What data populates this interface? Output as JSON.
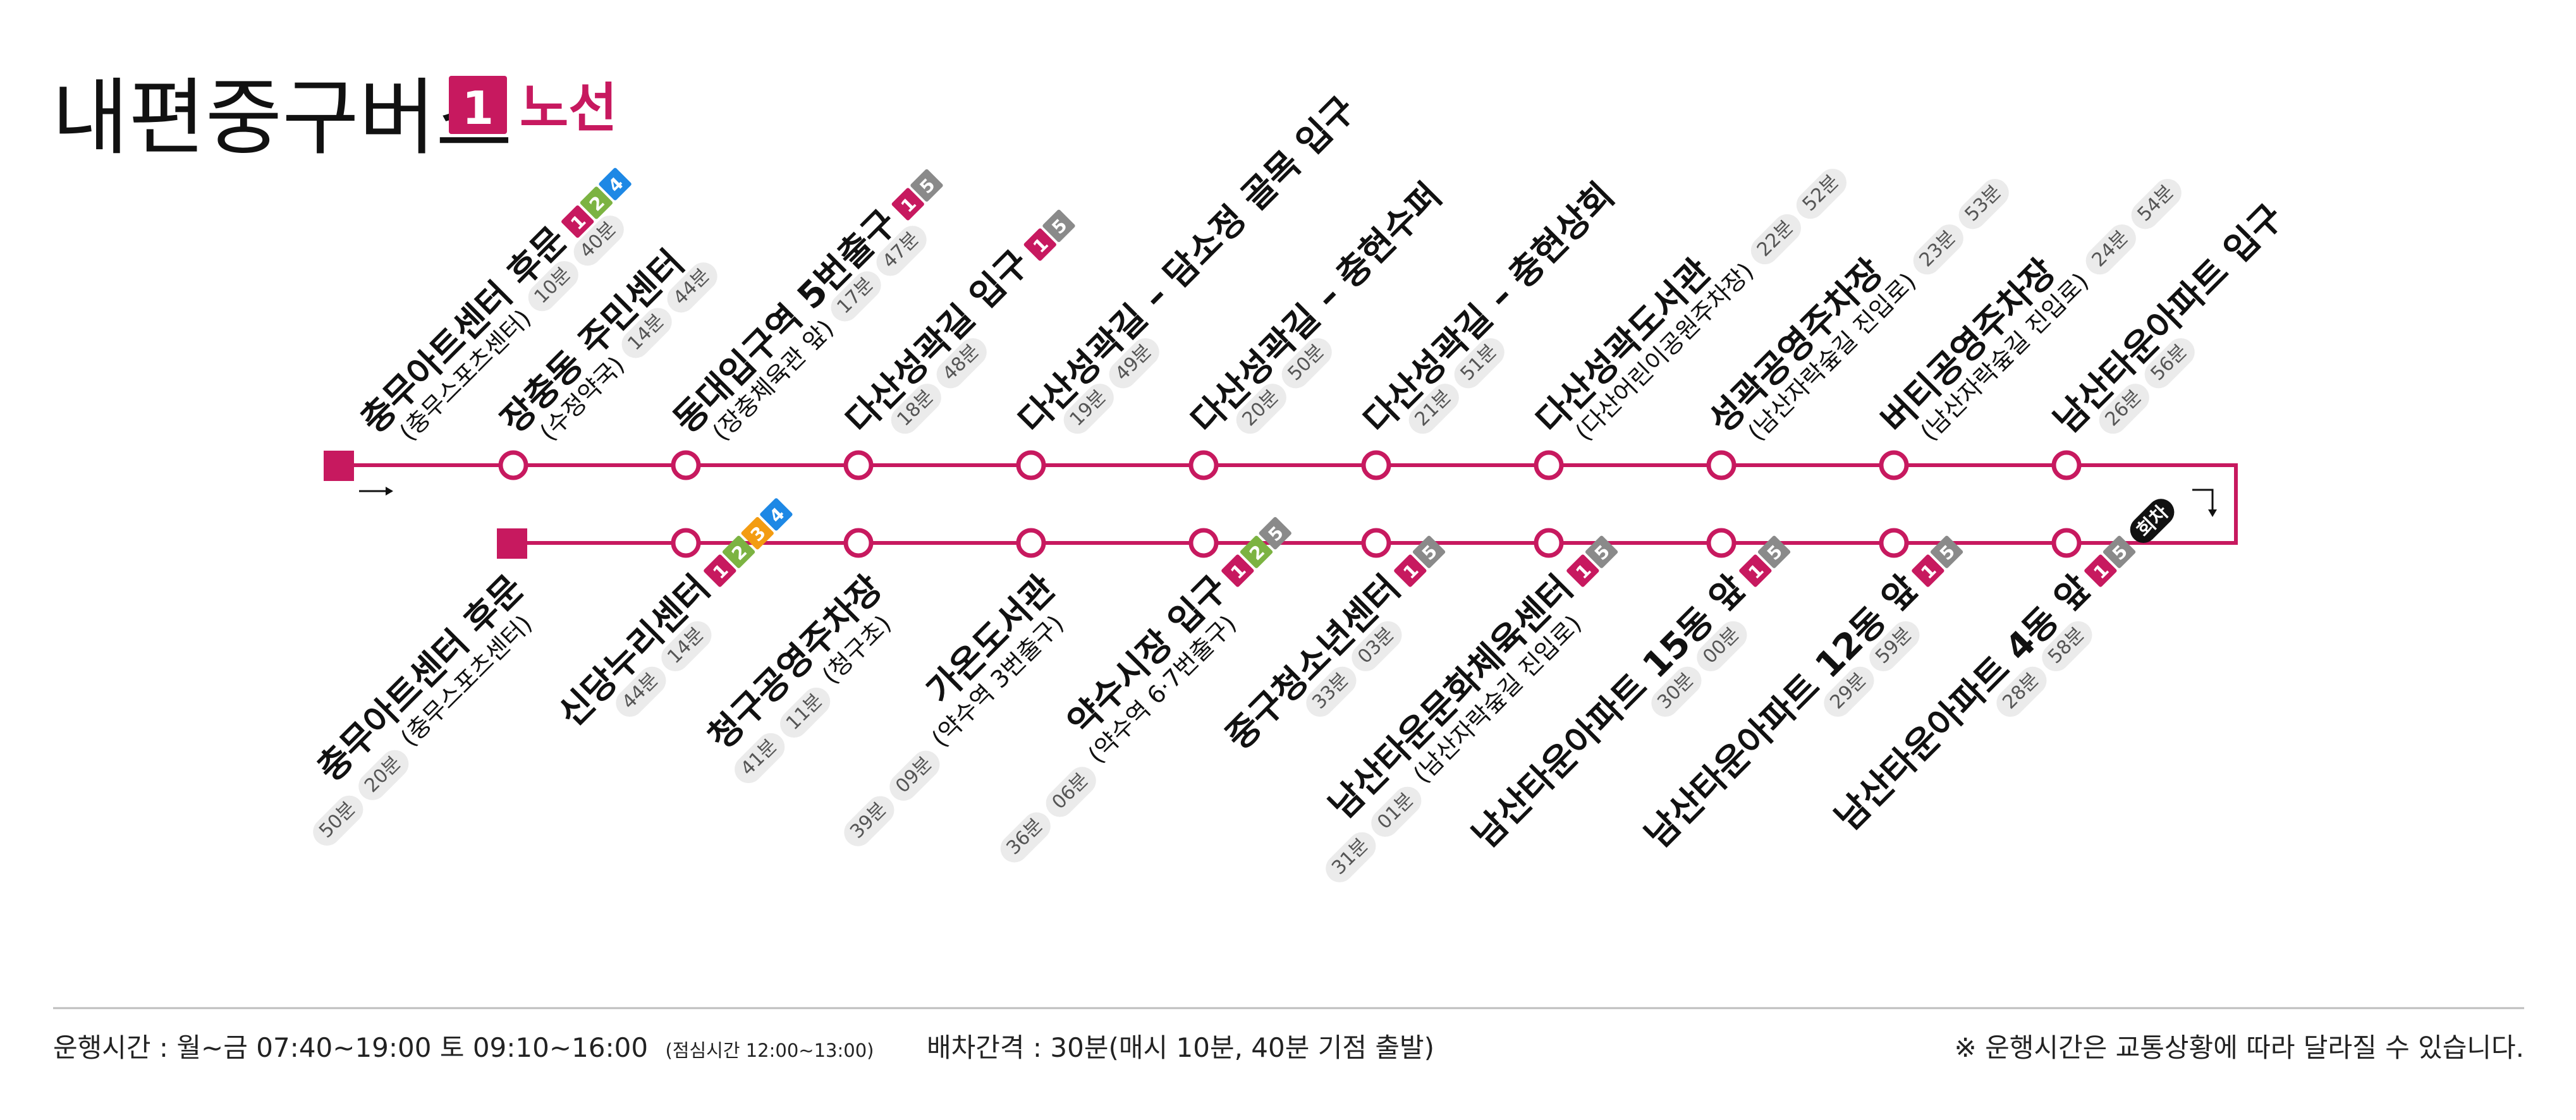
{
  "header": {
    "brand": "내편중구버스",
    "route_number": "1",
    "route_label": "노선"
  },
  "colors": {
    "accent": "#c7195f",
    "badge_1": "#c7195f",
    "badge_2": "#7cb342",
    "badge_3": "#f39c12",
    "badge_4": "#1e88e5",
    "badge_5": "#8a8a8a",
    "pill_bg": "#ebebeb",
    "pill_text": "#555555",
    "text": "#111111",
    "badge_turn": "#111111"
  },
  "top_stops": [
    {
      "name": "충무아트센터 후문",
      "sub": "(충무스포츠센터)",
      "times": [
        "10분",
        "40분"
      ],
      "badges": [
        "1",
        "2",
        "4"
      ]
    },
    {
      "name": "장충동 주민센터",
      "sub": "(수정약국)",
      "times": [
        "14분",
        "44분"
      ],
      "badges": []
    },
    {
      "name": "동대입구역 5번출구",
      "sub": "(장충체육관 앞)",
      "times": [
        "17분",
        "47분"
      ],
      "badges": [
        "1",
        "5"
      ]
    },
    {
      "name": "다산성곽길 입구",
      "sub": "",
      "times": [
        "18분",
        "48분"
      ],
      "badges": [
        "1",
        "5"
      ]
    },
    {
      "name": "다산성곽길 – 담소정 골목 입구",
      "sub": "",
      "times": [
        "19분",
        "49분"
      ],
      "badges": []
    },
    {
      "name": "다산성곽길 – 충현수퍼",
      "sub": "",
      "times": [
        "20분",
        "50분"
      ],
      "badges": []
    },
    {
      "name": "다산성곽길 – 충현상회",
      "sub": "",
      "times": [
        "21분",
        "51분"
      ],
      "badges": []
    },
    {
      "name": "다산성곽도서관",
      "sub": "(다산어린이공원주차장)",
      "times": [
        "22분",
        "52분"
      ],
      "badges": []
    },
    {
      "name": "성곽공영주차장",
      "sub": "(남산자락숲길 진입로)",
      "times": [
        "23분",
        "53분"
      ],
      "badges": []
    },
    {
      "name": "버티공영주차장",
      "sub": "(남산자락숲길 진입로)",
      "times": [
        "24분",
        "54분"
      ],
      "badges": []
    },
    {
      "name": "남산타운아파트 입구",
      "sub": "",
      "times": [
        "26분",
        "56분"
      ],
      "badges": []
    }
  ],
  "bottom_stops": [
    {
      "name": "충무아트센터 후문",
      "sub": "(충무스포츠센터)",
      "times": [
        "50분",
        "20분"
      ],
      "badges": []
    },
    {
      "name": "신당누리센터",
      "sub": "",
      "times": [
        "44분",
        "14분"
      ],
      "badges": [
        "1",
        "2",
        "3",
        "4"
      ]
    },
    {
      "name": "청구공영주차장",
      "sub": "(청구초)",
      "times": [
        "41분",
        "11분"
      ],
      "badges": []
    },
    {
      "name": "가온도서관",
      "sub": "(약수역 3번출구)",
      "times": [
        "39분",
        "09분"
      ],
      "badges": []
    },
    {
      "name": "약수시장 입구",
      "sub": "(약수역 6·7번출구)",
      "times": [
        "36분",
        "06분"
      ],
      "badges": [
        "1",
        "2",
        "5"
      ]
    },
    {
      "name": "중구청소년센터",
      "sub": "",
      "times": [
        "33분",
        "03분"
      ],
      "badges": [
        "1",
        "5"
      ]
    },
    {
      "name": "남산타운문화체육센터",
      "sub": "(남산자락숲길 진입로)",
      "times": [
        "31분",
        "01분"
      ],
      "badges": [
        "1",
        "5"
      ]
    },
    {
      "name": "남산타운아파트 15동 앞",
      "sub": "",
      "times": [
        "30분",
        "00분"
      ],
      "badges": [
        "1",
        "5"
      ]
    },
    {
      "name": "남산타운아파트 12동 앞",
      "sub": "",
      "times": [
        "29분",
        "59분"
      ],
      "badges": [
        "1",
        "5"
      ]
    },
    {
      "name": "남산타운아파트 4동 앞",
      "sub": "",
      "times": [
        "28분",
        "58분"
      ],
      "badges": [
        "1",
        "5"
      ],
      "turn": "회차"
    }
  ],
  "footer": {
    "hours": "운행시간 : 월~금 07:40~19:00 토 09:10~16:00",
    "lunch": "(점심시간 12:00~13:00)",
    "interval": "배차간격 : 30분(매시 10분, 40분 기점 출발)",
    "notice": "※ 운행시간은 교통상황에 따라 달라질 수 있습니다."
  }
}
